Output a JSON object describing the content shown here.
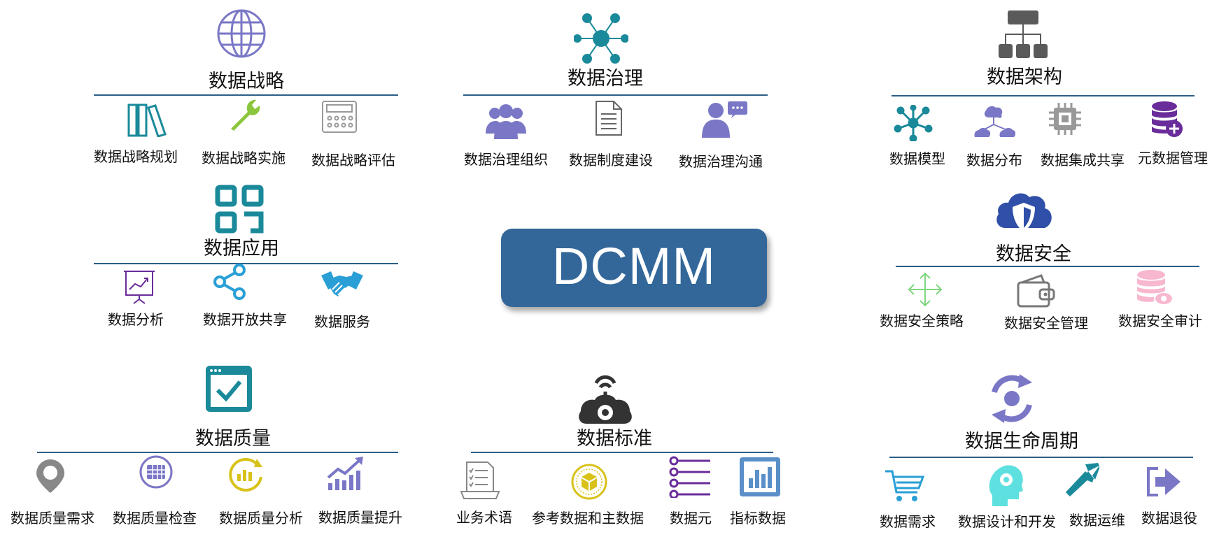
{
  "center": {
    "label": "DCMM"
  },
  "groups": {
    "strategy": {
      "title": "数据战略",
      "items": [
        "数据战略规划",
        "数据战略实施",
        "数据战略评估"
      ]
    },
    "governance": {
      "title": "数据治理",
      "items": [
        "数据治理组织",
        "数据制度建设",
        "数据治理沟通"
      ]
    },
    "architecture": {
      "title": "数据架构",
      "items": [
        "数据模型",
        "数据分布",
        "数据集成共享",
        "元数据管理"
      ]
    },
    "application": {
      "title": "数据应用",
      "items": [
        "数据分析",
        "数据开放共享",
        "数据服务"
      ]
    },
    "security": {
      "title": "数据安全",
      "items": [
        "数据安全策略",
        "数据安全管理",
        "数据安全审计"
      ]
    },
    "quality": {
      "title": "数据质量",
      "items": [
        "数据质量需求",
        "数据质量检查",
        "数据质量分析",
        "数据质量提升"
      ]
    },
    "standard": {
      "title": "数据标准",
      "items": [
        "业务术语",
        "参考数据和主数据",
        "数据元",
        "指标数据"
      ]
    },
    "lifecycle": {
      "title": "数据生命周期",
      "items": [
        "数据需求",
        "数据设计和开发",
        "数据运维",
        "数据退役"
      ]
    }
  },
  "colors": {
    "rule": "#2c5e86",
    "center": "#336799",
    "teal": "#1a8a9a",
    "purple": "#7a77c6"
  }
}
